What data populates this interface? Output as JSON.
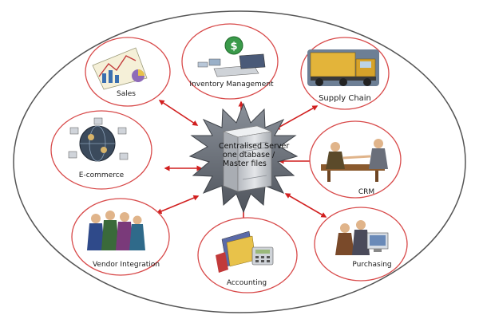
{
  "center": {
    "lines": [
      "Centralised Server",
      "one dtabase /",
      "Master files"
    ]
  },
  "modules": [
    {
      "id": "sales",
      "label": "Sales",
      "icon": "sales-chart-icon"
    },
    {
      "id": "inventory",
      "label": "Inventory Management",
      "icon": "money-laptop-icon"
    },
    {
      "id": "supply",
      "label": "Supply Chain",
      "icon": "truck-icon"
    },
    {
      "id": "ecommerce",
      "label": "E-commerce",
      "icon": "globe-network-icon"
    },
    {
      "id": "crm",
      "label": "CRM",
      "icon": "handshake-icon"
    },
    {
      "id": "vendor",
      "label": "Vendor Integration",
      "icon": "business-people-icon"
    },
    {
      "id": "accounting",
      "label": "Accounting",
      "icon": "calculator-folders-icon"
    },
    {
      "id": "purchasing",
      "label": "Purchasing",
      "icon": "computer-users-icon"
    }
  ],
  "colors": {
    "circle_stroke": "#d84a4a",
    "arrow": "#d11f1f",
    "outer_ring": "#555555",
    "star_fill": "#6f7580",
    "server_fill": "#c9ccd1"
  }
}
